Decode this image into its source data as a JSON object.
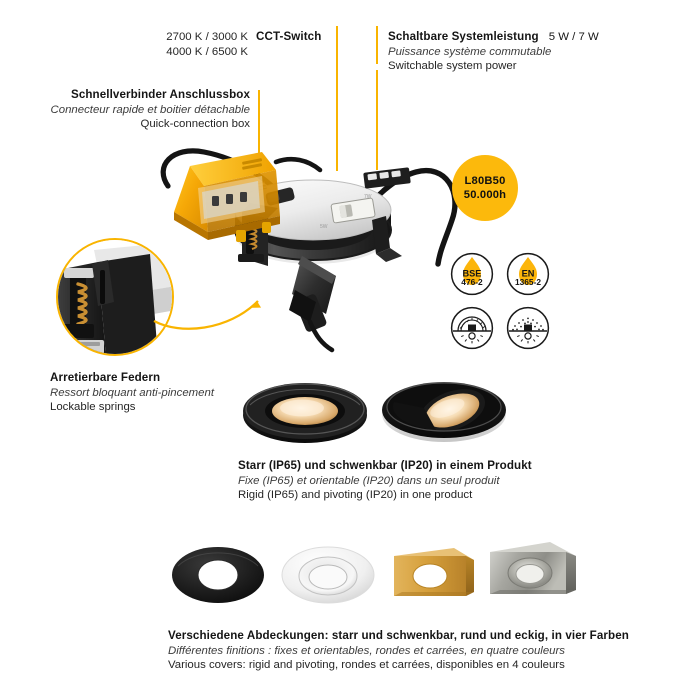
{
  "colors": {
    "accent_yellow": "#f9b400",
    "badge_yellow": "#fcb90c",
    "text_dark": "#151515",
    "text_sub": "#3c3c3c",
    "cover_black": "#1c1c1c",
    "cover_white": "#f2f2f2",
    "cover_gold": "#c8922f",
    "cover_chrome": "#9a9a98"
  },
  "callouts": {
    "cct": {
      "values_line1": "2700 K / 3000 K",
      "values_line2": "4000 K / 6500 K",
      "title": "CCT-Switch"
    },
    "power": {
      "title": "Schaltbare Systemleistung",
      "value": "5 W / 7 W",
      "fr": "Puissance système commutable",
      "en": "Switchable system power"
    },
    "connector": {
      "title": "Schnellverbinder Anschlussbox",
      "fr": "Connecteur rapide et boitier détachable",
      "en": "Quick-connection box"
    },
    "springs": {
      "title": "Arretierbare Federn",
      "fr": "Ressort bloquant anti-pincement",
      "en": "Lockable springs"
    },
    "ip": {
      "title": "Starr (IP65) und schwenkbar (IP20) in einem Produkt",
      "fr": "Fixe (IP65) et orientable (IP20) dans un seul produit",
      "en": "Rigid (IP65) and pivoting (IP20) in one product"
    },
    "covers": {
      "title": "Verschiedene Abdeckungen: starr und schwenkbar, rund und eckig, in vier Farben",
      "fr": "Différentes finitions : fixes et orientables, rondes et carrées, en quatre couleurs",
      "en": "Various covers: rigid and pivoting, rondes et carrées, disponibles en 4 couleurs"
    }
  },
  "life_badge": {
    "line1": "L80B50",
    "line2": "50.000h"
  },
  "certifications": [
    {
      "name": "fire-rating-bse-badge",
      "line1": "BSE",
      "line2": "476-2"
    },
    {
      "name": "fire-rating-en-badge",
      "line1": "EN",
      "line2": "1365-2"
    },
    {
      "name": "insulation-cover-badge",
      "line1": "",
      "line2": ""
    },
    {
      "name": "insulation-material-badge",
      "line1": "",
      "line2": ""
    }
  ],
  "covers_row": [
    {
      "name": "cover-round-black",
      "shape": "round",
      "color": "#1c1c1c"
    },
    {
      "name": "cover-round-white",
      "shape": "round",
      "color": "#f2f2f2"
    },
    {
      "name": "cover-square-gold",
      "shape": "square",
      "color": "#c8922f"
    },
    {
      "name": "cover-square-chrome",
      "shape": "square",
      "color": "#9a9a98"
    }
  ],
  "products_row": [
    {
      "name": "downlight-fixed-black",
      "label": "IP65"
    },
    {
      "name": "downlight-pivoting-black",
      "label": "IP20"
    }
  ]
}
